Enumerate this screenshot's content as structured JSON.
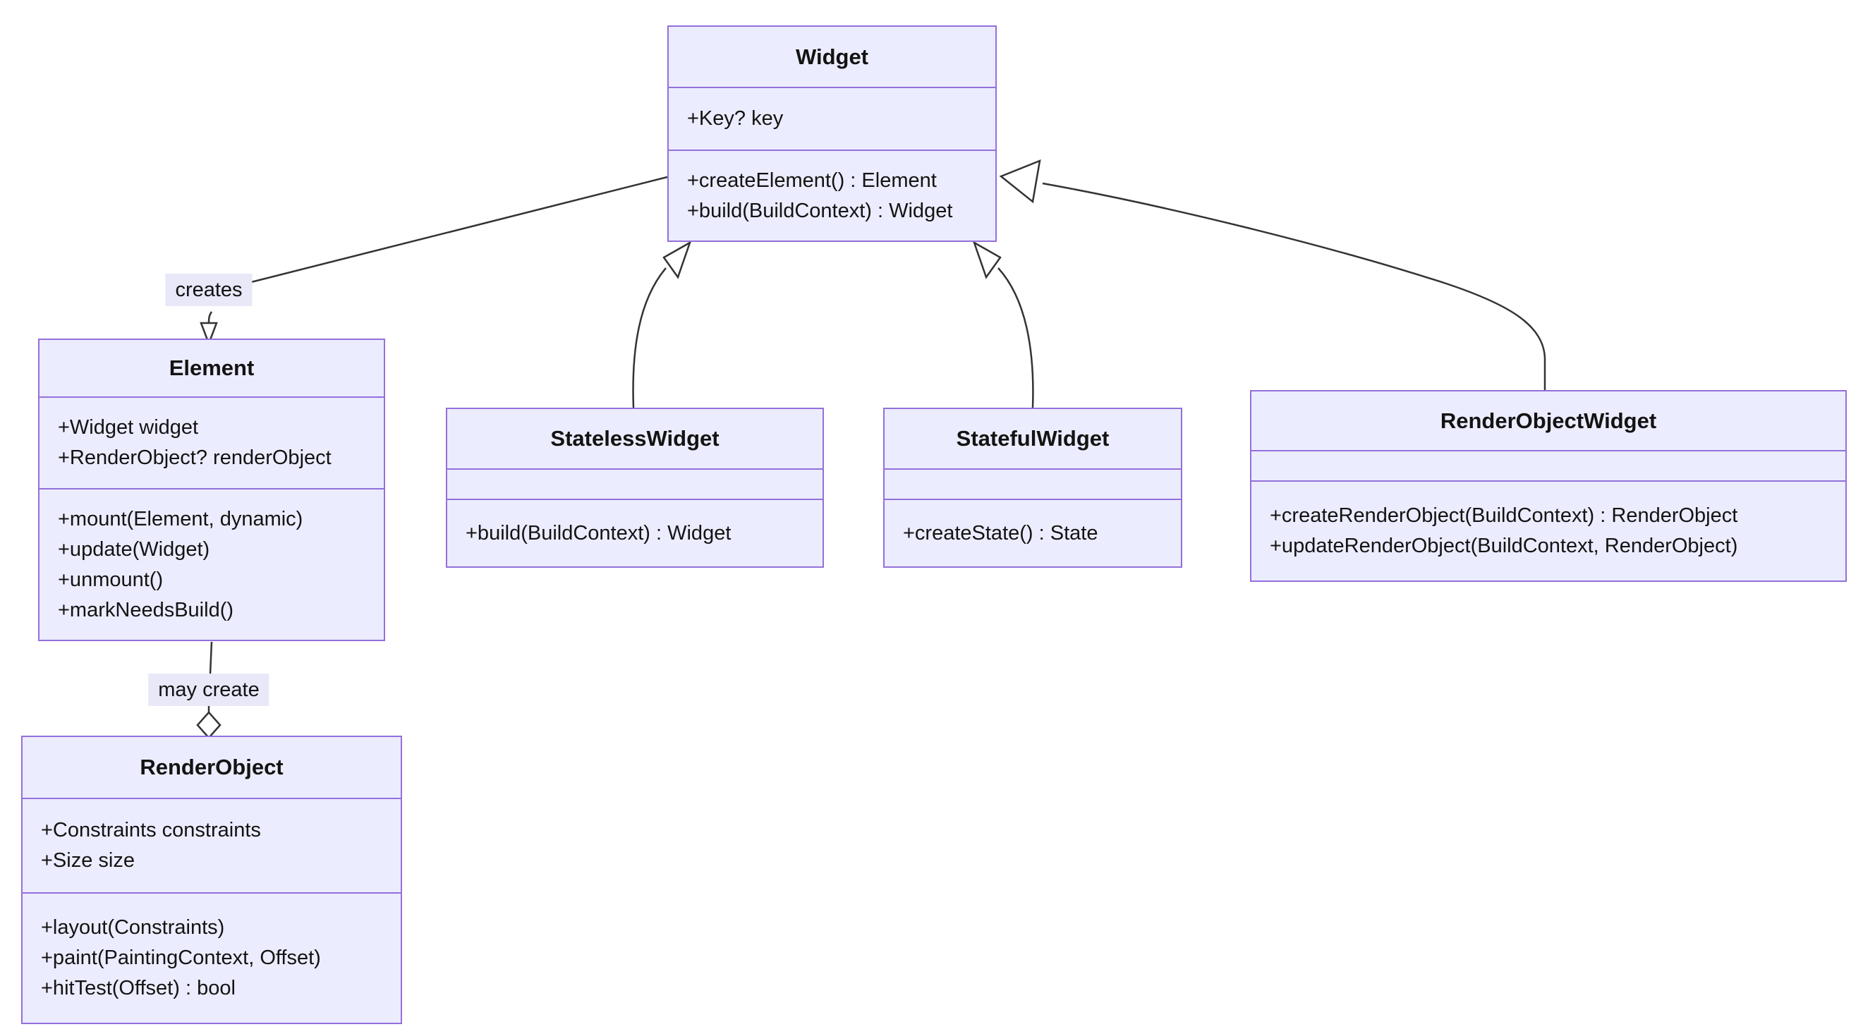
{
  "diagram": {
    "type": "uml-class-diagram",
    "classes": [
      {
        "id": "widget",
        "title": "Widget",
        "attributes": [
          "+Key? key"
        ],
        "methods": [
          "+createElement() : Element",
          "+build(BuildContext) : Widget"
        ]
      },
      {
        "id": "element",
        "title": "Element",
        "attributes": [
          "+Widget widget",
          "+RenderObject? renderObject"
        ],
        "methods": [
          "+mount(Element, dynamic)",
          "+update(Widget)",
          "+unmount()",
          "+markNeedsBuild()"
        ]
      },
      {
        "id": "stateless-widget",
        "title": "StatelessWidget",
        "attributes": [],
        "methods": [
          "+build(BuildContext) : Widget"
        ]
      },
      {
        "id": "stateful-widget",
        "title": "StatefulWidget",
        "attributes": [],
        "methods": [
          "+createState() : State"
        ]
      },
      {
        "id": "render-object-widget",
        "title": "RenderObjectWidget",
        "attributes": [],
        "methods": [
          "+createRenderObject(BuildContext) : RenderObject",
          "+updateRenderObject(BuildContext, RenderObject)"
        ]
      },
      {
        "id": "render-object",
        "title": "RenderObject",
        "attributes": [
          "+Constraints constraints",
          "+Size size"
        ],
        "methods": [
          "+layout(Constraints)",
          "+paint(PaintingContext, Offset)",
          "+hitTest(Offset) : bool"
        ]
      }
    ],
    "edges": [
      {
        "from": "Widget",
        "to": "Element",
        "label": "creates",
        "type": "directed-hollow-arrow"
      },
      {
        "from": "Element",
        "to": "RenderObject",
        "label": "may create",
        "type": "aggregation-hollow-diamond"
      },
      {
        "from": "StatelessWidget",
        "to": "Widget",
        "label": "",
        "type": "inheritance"
      },
      {
        "from": "StatefulWidget",
        "to": "Widget",
        "label": "",
        "type": "inheritance"
      },
      {
        "from": "RenderObjectWidget",
        "to": "Widget",
        "label": "",
        "type": "inheritance"
      }
    ]
  },
  "theme": {
    "node_fill": "#ECECFF",
    "node_border": "#9370DB",
    "line_color": "#333333",
    "label_bg": "#E8E8F8",
    "text_color": "#131313",
    "background": "#FFFFFF"
  }
}
